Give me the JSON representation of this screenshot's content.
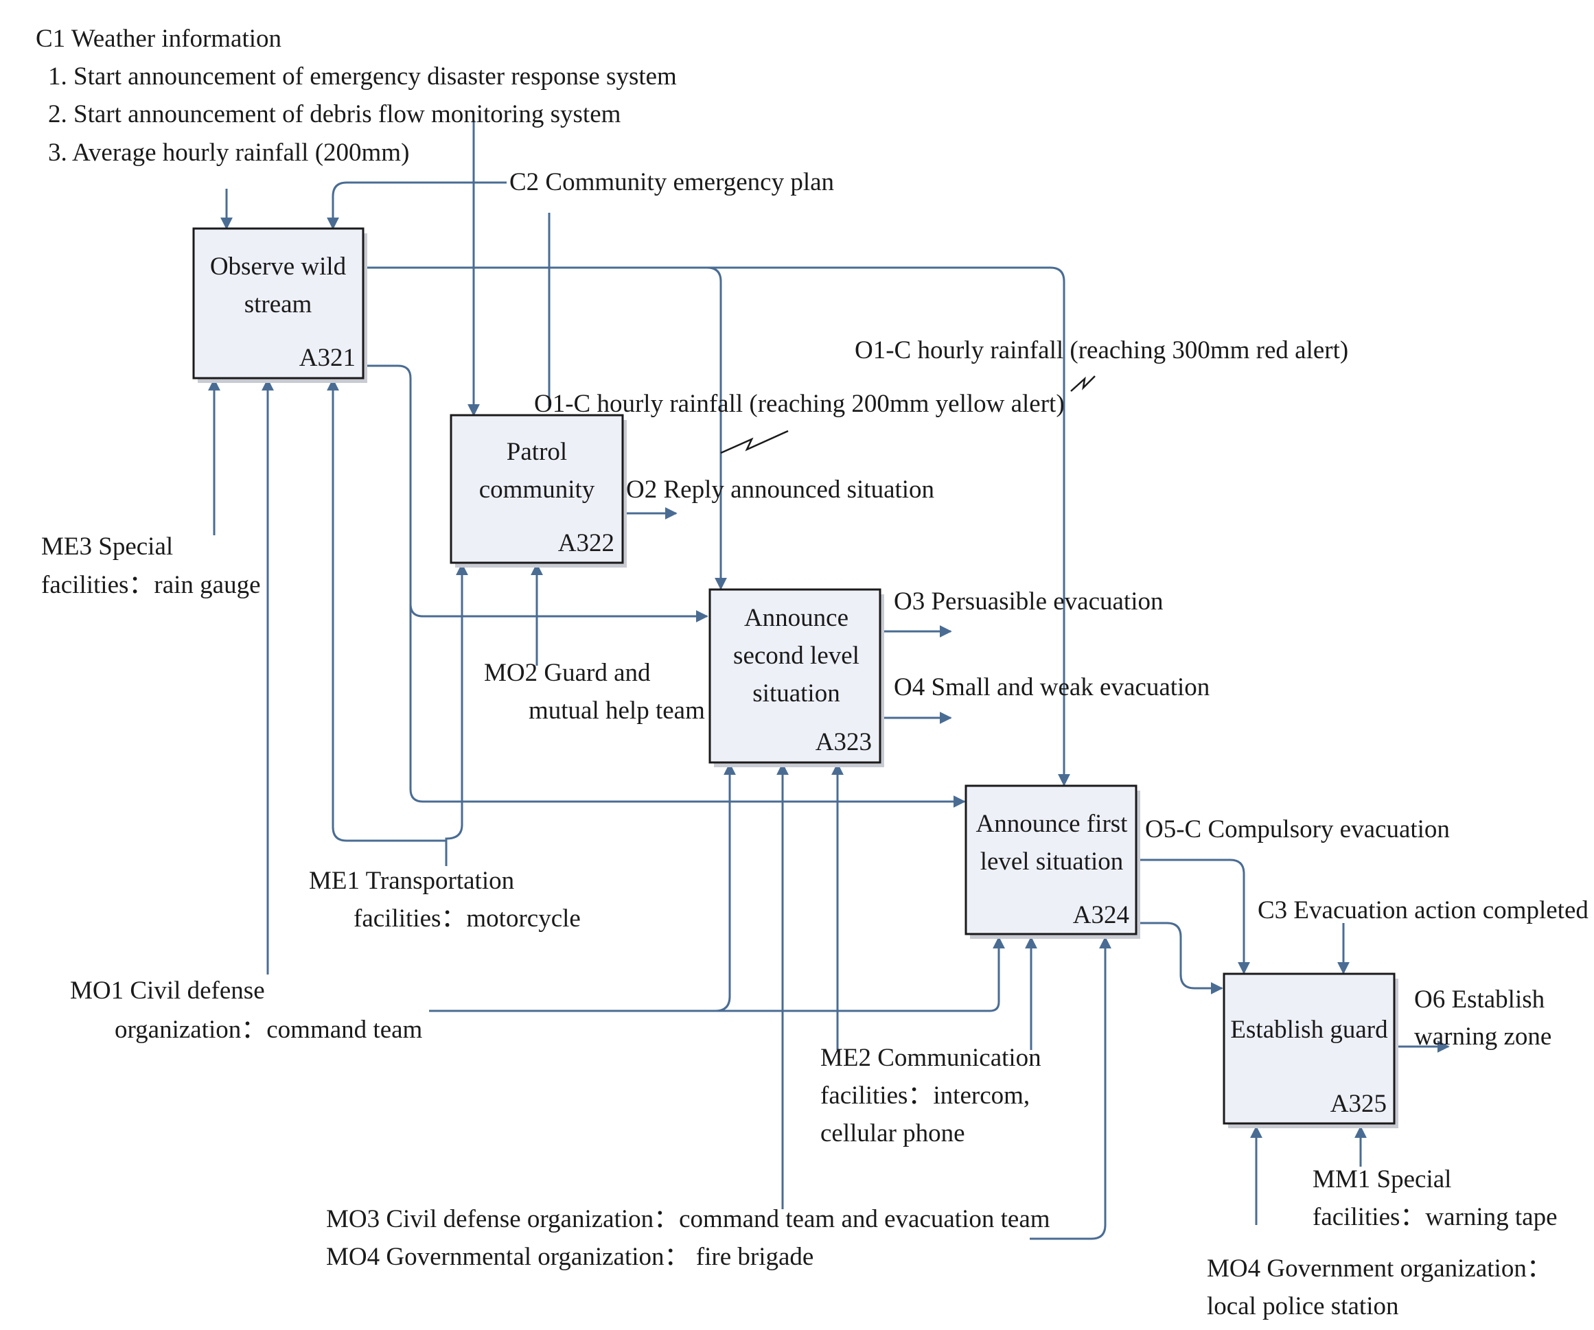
{
  "controls": {
    "c1_title": "C1 Weather information",
    "c1_item1": "1. Start announcement of emergency disaster response system",
    "c1_item2": "2. Start announcement of debris flow monitoring system",
    "c1_item3": "3. Average hourly rainfall (200mm)",
    "c2": "C2 Community emergency plan",
    "c3": "C3 Evacuation action completed"
  },
  "boxes": {
    "a321": {
      "line1": "Observe wild",
      "line2": "stream",
      "id": "A321"
    },
    "a322": {
      "line1": "Patrol",
      "line2": "community",
      "id": "A322"
    },
    "a323": {
      "line1": "Announce",
      "line2": "second level",
      "line3": "situation",
      "id": "A323"
    },
    "a324": {
      "line1": "Announce first",
      "line2": "level situation",
      "id": "A324"
    },
    "a325": {
      "line1": "Establish guard",
      "id": "A325"
    }
  },
  "outputs": {
    "o1_red": "O1-C hourly rainfall (reaching 300mm red alert)",
    "o1_yellow": "O1-C hourly rainfall (reaching 200mm yellow alert)",
    "o2": "O2 Reply announced situation",
    "o3": "O3 Persuasible evacuation",
    "o4": "O4 Small and weak evacuation",
    "o5": "O5-C Compulsory evacuation",
    "o6_line1": "O6 Establish",
    "o6_line2": "warning zone"
  },
  "mechanisms": {
    "me3_line1": "ME3 Special",
    "me3_line2": "facilities：rain gauge",
    "mo2_line1": "MO2 Guard and",
    "mo2_line2": "mutual help team",
    "me1_line1": "ME1 Transportation",
    "me1_line2": "facilities：motorcycle",
    "mo1_line1": "MO1 Civil defense",
    "mo1_line2": "organization：command team",
    "me2_line1": "ME2 Communication",
    "me2_line2": "facilities：intercom,",
    "me2_line3": "cellular phone",
    "mo3": "MO3 Civil defense organization：command team and evacuation team",
    "mo4_fire": "MO4 Governmental organization： fire brigade",
    "mm1_line1": "MM1 Special",
    "mm1_line2": "facilities：warning tape",
    "mo4_police_line1": "MO4 Government organization：",
    "mo4_police_line2": "local police station"
  },
  "colors": {
    "arrow": "#4a6c93",
    "box_fill": "#eef0f8"
  }
}
